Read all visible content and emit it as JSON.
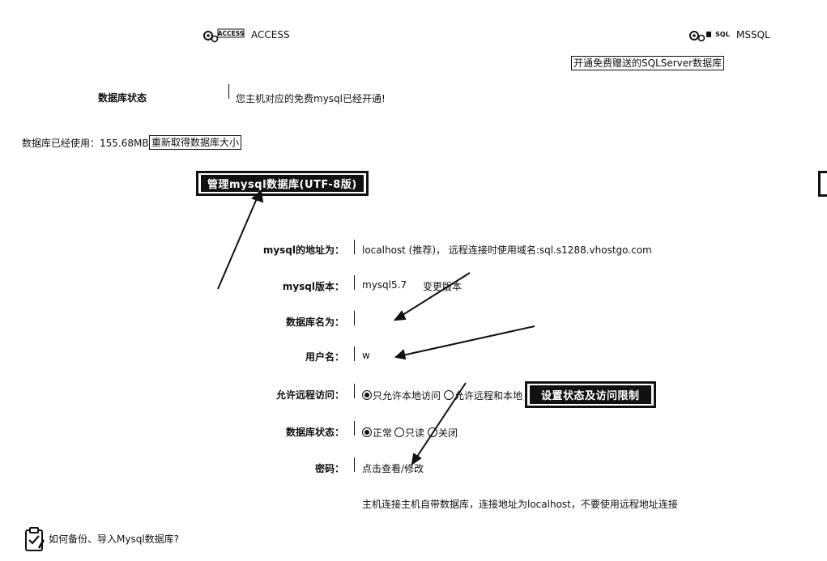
{
  "db_types": {
    "access_label": "ACCESS",
    "access_icon_text": "ACCESS",
    "mssql_label": "MSSQL",
    "mssql_icon_text": "SQL",
    "mssql_open_button": "开通免费赠送的SQLServer数据库"
  },
  "status_section": {
    "label": "数据库状态",
    "message": "您主机对应的免费mysql已经开通!"
  },
  "usage": {
    "text": "数据库已经使用：155.68MB",
    "refresh_button": "重新取得数据库大小"
  },
  "manage_button": "管理mysql数据库(UTF-8版)",
  "details": {
    "address_label": "mysql的地址为：",
    "address_value": "localhost (推荐)， 远程连接时使用域名:sql.s1288.vhostgo.com",
    "version_label": "mysql版本：",
    "version_value": "mysql5.7",
    "change_version_link": "变更版本",
    "dbname_label": "数据库名为：",
    "dbname_value": "",
    "username_label": "用户名：",
    "username_value": "w",
    "remote_label": "允许远程访问：",
    "remote_options": [
      "只允许本地访问",
      "允许远程和本地"
    ],
    "remote_selected": "只允许本地访问",
    "settings_button": "设置状态及访问限制",
    "dbstatus_label": "数据库状态：",
    "dbstatus_options": [
      "正常",
      "只读",
      "关闭"
    ],
    "dbstatus_selected": "正常",
    "password_label": "密码：",
    "password_link": "点击查看/修改"
  },
  "note": "主机连接主机自带数据库，连接地址为localhost，不要使用远程地址连接",
  "help_link": "如何备份、导入Mysql数据库?",
  "colors": {
    "ink": "#111111",
    "background": "#ffffff"
  },
  "icons": [
    "access-db-icon",
    "mssql-db-icon",
    "clipboard-icon",
    "annotation-arrow"
  ]
}
